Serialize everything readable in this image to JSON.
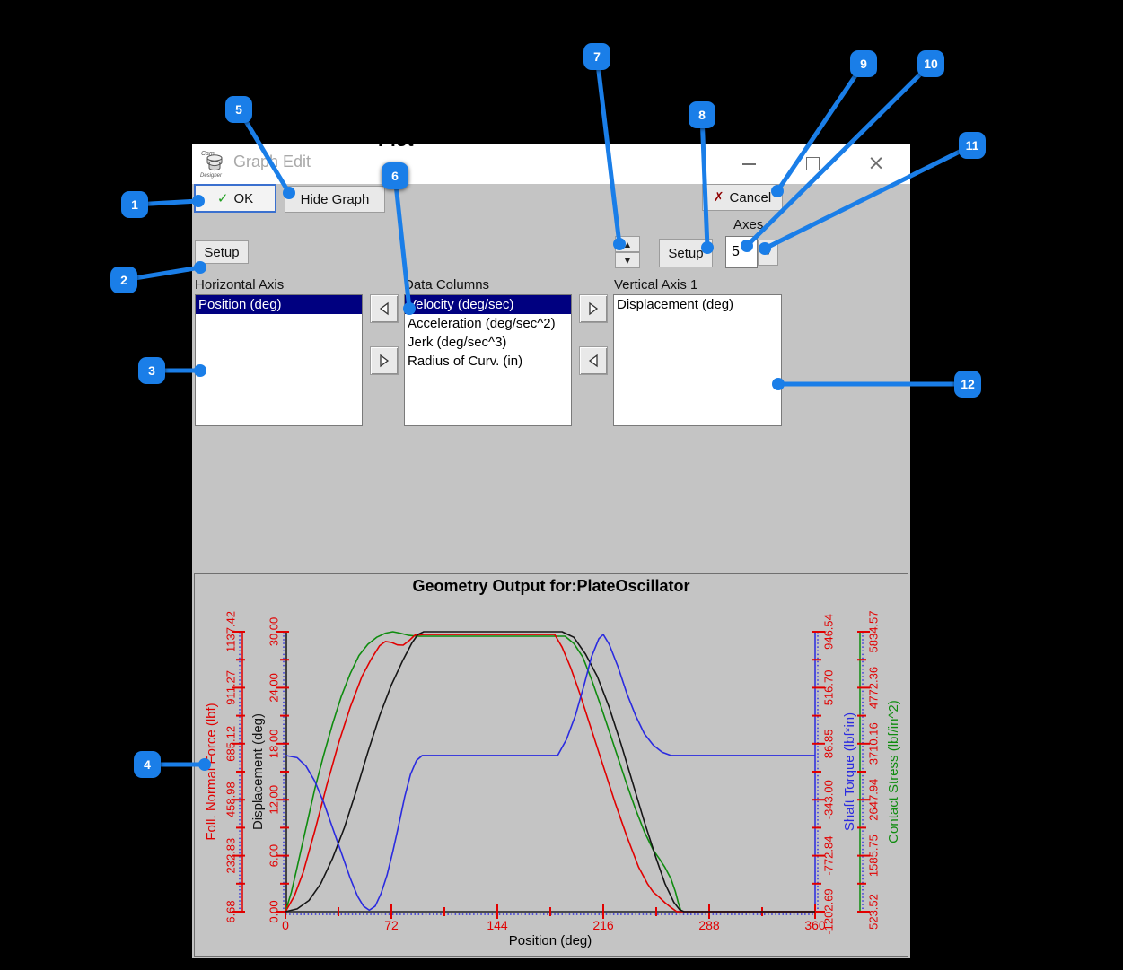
{
  "page": {
    "heading": "Plot"
  },
  "ui_colors": {
    "callout_blue": "#1a7ee8",
    "selection_navy": "#000080",
    "window_gray": "#c4c4c4"
  },
  "window": {
    "title": "Graph Edit",
    "app_icon": "cam-designer-icon",
    "close_glyph": "×"
  },
  "toolbar": {
    "ok": "OK",
    "hide_graph": "Hide Graph",
    "cancel": "Cancel"
  },
  "controls": {
    "setup_horizontal": "Setup",
    "setup_vertical": "Setup",
    "axes_label": "Axes",
    "axes_value": "5"
  },
  "lists": {
    "horizontal": {
      "label": "Horizontal Axis",
      "items": [
        {
          "text": "Position (deg)",
          "selected": true
        }
      ]
    },
    "data_columns": {
      "label": "Data Columns",
      "items": [
        {
          "text": "Velocity (deg/sec)",
          "selected": true
        },
        {
          "text": "Acceleration (deg/sec^2)",
          "selected": false
        },
        {
          "text": "Jerk (deg/sec^3)",
          "selected": false
        },
        {
          "text": "Radius of Curv. (in)",
          "selected": false
        }
      ]
    },
    "vertical1": {
      "label": "Vertical Axis 1",
      "items": [
        {
          "text": "Displacement (deg)",
          "selected": false
        }
      ]
    }
  },
  "callouts": [
    {
      "label": "1",
      "target": "ok-button"
    },
    {
      "label": "2",
      "target": "setup-horizontal-button"
    },
    {
      "label": "3",
      "target": "horizontal-axis-list"
    },
    {
      "label": "4",
      "target": "plot-left-axes"
    },
    {
      "label": "5",
      "target": "hide-graph-button"
    },
    {
      "label": "6",
      "target": "data-columns-list"
    },
    {
      "label": "7",
      "target": "axes-spinner"
    },
    {
      "label": "8",
      "target": "setup-vertical-button"
    },
    {
      "label": "9",
      "target": "cancel-button"
    },
    {
      "label": "10",
      "target": "axes-count-field"
    },
    {
      "label": "11",
      "target": "axes-count-dropdown"
    },
    {
      "label": "12",
      "target": "vertical-axis-list"
    }
  ],
  "chart_data": {
    "type": "line",
    "title": "Geometry Output for:PlateOscillator",
    "xlabel": "Position (deg)",
    "xlim": [
      0,
      360
    ],
    "x_ticks": [
      "0",
      "72",
      "144",
      "216",
      "288",
      "360"
    ],
    "tick_color": "#e10000",
    "minor_tick_color": "#2a2ae0",
    "grid": false,
    "legend": "none",
    "axes": [
      {
        "name": "Foll. Normal Force (lbf)",
        "color": "#e10000",
        "min": 6.68,
        "max": 1137.42,
        "tick_labels": [
          "6.68",
          "232.83",
          "458.98",
          "685.12",
          "911.27",
          "1137.42"
        ]
      },
      {
        "name": "Displacement (deg)",
        "color": "#161616",
        "min": 0,
        "max": 30,
        "tick_labels": [
          "0.00",
          "6.00",
          "12.00",
          "18.00",
          "24.00",
          "30.00"
        ]
      },
      {
        "name": "Shaft Torque (lbf*in)",
        "color": "#2a2ae0",
        "min": -1202.69,
        "max": 946.54,
        "tick_labels": [
          "-1202.69",
          "-772.84",
          "-343.00",
          "86.85",
          "516.70",
          "946.54"
        ]
      },
      {
        "name": "Contact Stress (lbf/in^2)",
        "color": "#0f8c0f",
        "min": 523.52,
        "max": 5834.57,
        "tick_labels": [
          "523.52",
          "1585.75",
          "2647.94",
          "3710.16",
          "4772.36",
          "5834.57"
        ]
      }
    ],
    "series": [
      {
        "name": "Contact Stress (lbf/in^2)",
        "axis": 3,
        "color": "#0f8c0f",
        "points": [
          [
            0,
            523.5
          ],
          [
            4,
            895.3
          ],
          [
            8,
            1373.3
          ],
          [
            14,
            2116.8
          ],
          [
            20,
            2860.4
          ],
          [
            26,
            3497.7
          ],
          [
            32,
            4081.9
          ],
          [
            38,
            4613.0
          ],
          [
            44,
            5037.9
          ],
          [
            50,
            5383.1
          ],
          [
            56,
            5595.6
          ],
          [
            62,
            5728.3
          ],
          [
            68,
            5808.0
          ],
          [
            73,
            5834.6
          ],
          [
            78,
            5808.0
          ],
          [
            84,
            5765.5
          ],
          [
            90,
            5749.6
          ],
          [
            150,
            5749.6
          ],
          [
            190,
            5749.6
          ],
          [
            196,
            5611.5
          ],
          [
            202,
            5356.6
          ],
          [
            208,
            4931.7
          ],
          [
            214,
            4453.7
          ],
          [
            220,
            3949.1
          ],
          [
            226,
            3444.6
          ],
          [
            232,
            2940.0
          ],
          [
            238,
            2462.0
          ],
          [
            244,
            2037.2
          ],
          [
            250,
            1691.9
          ],
          [
            254,
            1532.6
          ],
          [
            258,
            1362.6
          ],
          [
            262,
            1150.2
          ],
          [
            265,
            905.9
          ],
          [
            267,
            693.5
          ],
          [
            269,
            523.5
          ]
        ]
      },
      {
        "name": "Foll. Normal Force (lbf)",
        "axis": 0,
        "color": "#e10000",
        "points": [
          [
            0,
            6.7
          ],
          [
            6,
            68.9
          ],
          [
            12,
            165.0
          ],
          [
            20,
            334.6
          ],
          [
            28,
            515.5
          ],
          [
            36,
            685.1
          ],
          [
            44,
            832.1
          ],
          [
            52,
            956.5
          ],
          [
            58,
            1024.3
          ],
          [
            64,
            1080.9
          ],
          [
            68,
            1097.8
          ],
          [
            72,
            1094.4
          ],
          [
            76,
            1084.2
          ],
          [
            80,
            1083.1
          ],
          [
            84,
            1101.2
          ],
          [
            88,
            1123.8
          ],
          [
            94,
            1126.1
          ],
          [
            150,
            1126.1
          ],
          [
            183,
            1126.1
          ],
          [
            188,
            1075.2
          ],
          [
            194,
            990.4
          ],
          [
            200,
            888.7
          ],
          [
            208,
            741.7
          ],
          [
            216,
            594.7
          ],
          [
            224,
            447.7
          ],
          [
            232,
            312.0
          ],
          [
            240,
            187.6
          ],
          [
            246,
            119.8
          ],
          [
            250,
            85.8
          ],
          [
            254,
            65.5
          ],
          [
            258,
            42.9
          ],
          [
            262,
            23.6
          ],
          [
            266,
            6.7
          ],
          [
            360,
            6.7
          ]
        ]
      },
      {
        "name": "Displacement (deg)",
        "axis": 1,
        "color": "#161616",
        "points": [
          [
            0,
            0
          ],
          [
            8,
            0.3
          ],
          [
            16,
            1.2
          ],
          [
            24,
            3.0
          ],
          [
            32,
            5.7
          ],
          [
            40,
            9.0
          ],
          [
            48,
            12.9
          ],
          [
            56,
            17.1
          ],
          [
            64,
            21.0
          ],
          [
            72,
            24.3
          ],
          [
            80,
            27.0
          ],
          [
            86,
            28.8
          ],
          [
            90,
            29.7
          ],
          [
            94,
            30.0
          ],
          [
            188,
            30.0
          ],
          [
            196,
            29.4
          ],
          [
            204,
            27.6
          ],
          [
            212,
            25.2
          ],
          [
            220,
            21.9
          ],
          [
            228,
            18.0
          ],
          [
            236,
            13.8
          ],
          [
            244,
            9.6
          ],
          [
            252,
            5.7
          ],
          [
            258,
            3.0
          ],
          [
            264,
            1.0
          ],
          [
            268,
            0.2
          ],
          [
            271,
            0.0
          ],
          [
            360,
            0.0
          ]
        ]
      },
      {
        "name": "Shaft Torque (lbf*in)",
        "axis": 2,
        "color": "#2a2ae0",
        "points": [
          [
            0,
            -3.4
          ],
          [
            8,
            -20.6
          ],
          [
            14,
            -85.1
          ],
          [
            20,
            -203.3
          ],
          [
            26,
            -364.5
          ],
          [
            32,
            -558.0
          ],
          [
            38,
            -751.4
          ],
          [
            44,
            -944.8
          ],
          [
            49,
            -1084.5
          ],
          [
            53,
            -1159.7
          ],
          [
            57,
            -1192.0
          ],
          [
            61,
            -1159.7
          ],
          [
            65,
            -1063.0
          ],
          [
            69,
            -923.3
          ],
          [
            73,
            -740.6
          ],
          [
            77,
            -536.4
          ],
          [
            81,
            -321.5
          ],
          [
            85,
            -149.6
          ],
          [
            89,
            -42.1
          ],
          [
            93,
            -3.4
          ],
          [
            185,
            -3.4
          ],
          [
            191,
            119.1
          ],
          [
            197,
            301.8
          ],
          [
            203,
            538.2
          ],
          [
            208,
            753.1
          ],
          [
            213,
            892.8
          ],
          [
            216,
            925.0
          ],
          [
            220,
            849.8
          ],
          [
            226,
            677.9
          ],
          [
            232,
            473.7
          ],
          [
            238,
            301.8
          ],
          [
            244,
            162.1
          ],
          [
            250,
            76.1
          ],
          [
            256,
            22.4
          ],
          [
            262,
            -3.4
          ],
          [
            360,
            -3.4
          ]
        ]
      }
    ]
  }
}
